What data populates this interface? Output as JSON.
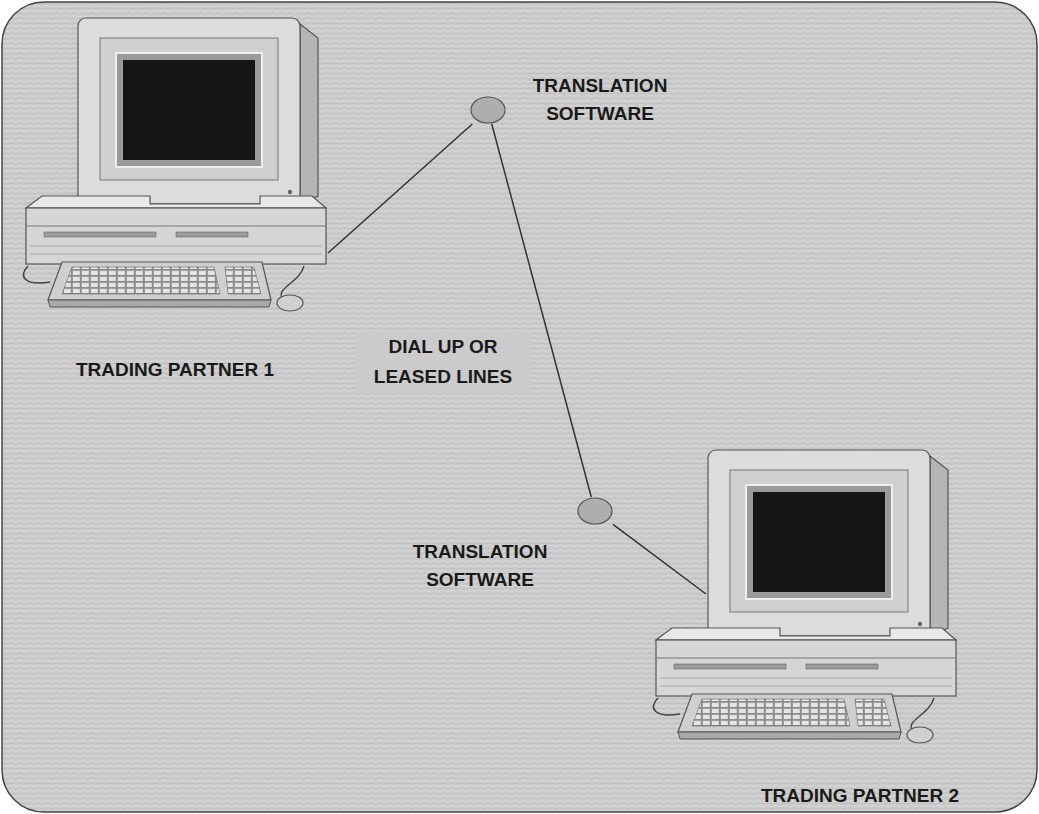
{
  "diagram": {
    "nodes": [
      {
        "text": [
          "TRADING PARTNER 1"
        ]
      },
      {
        "text": [
          "TRANSLATION SOFTWARE"
        ]
      },
      {
        "text": [
          "TRANSLATION SOFTWARE"
        ]
      },
      {
        "text": [
          "TRADING PARTNER 2"
        ]
      }
    ],
    "edges": [
      {
        "from": 0,
        "to": 1,
        "arrow": "none"
      },
      {
        "from": 1,
        "to": 2,
        "label": "DIAL UP OR LEASED LINES",
        "arrow": "none"
      },
      {
        "from": 2,
        "to": 3,
        "arrow": "none"
      }
    ]
  }
}
